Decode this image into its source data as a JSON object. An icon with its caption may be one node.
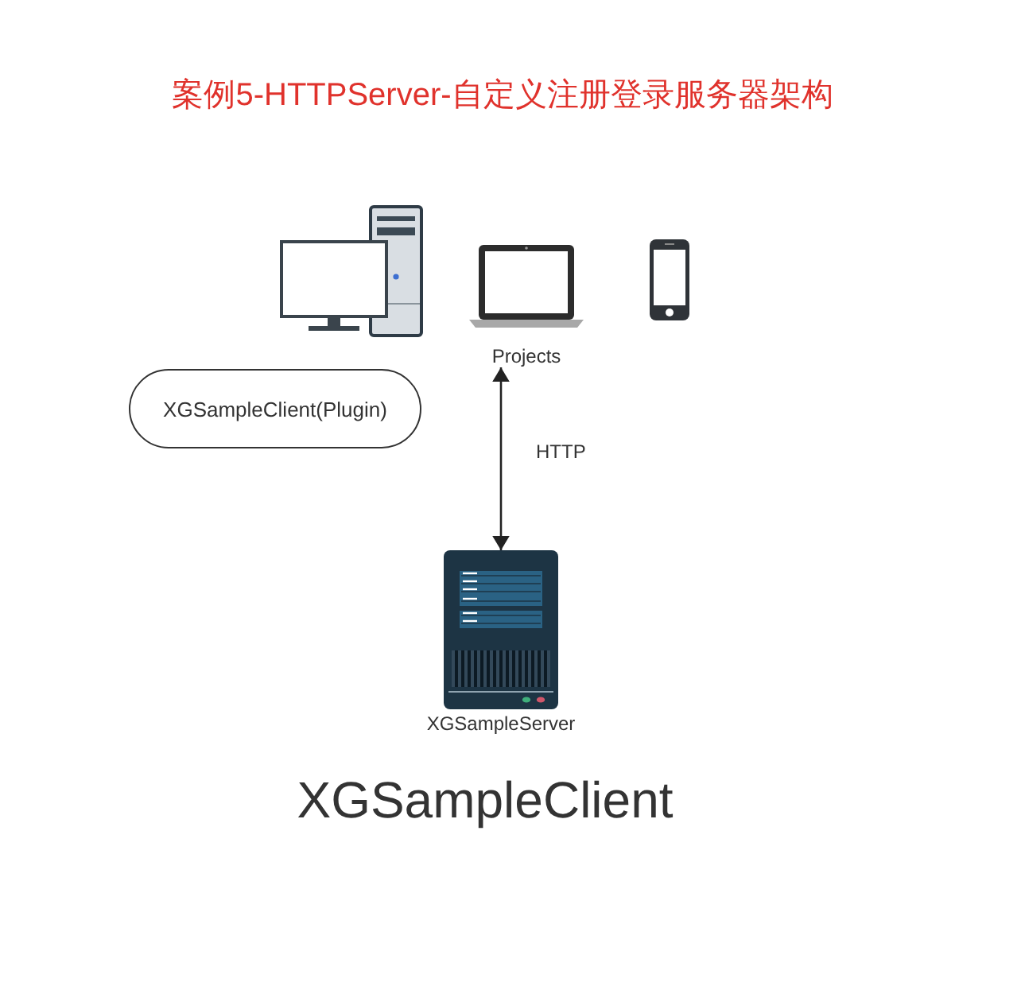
{
  "diagram": {
    "title": "案例5-HTTPServer-自定义注册登录服务器架构",
    "caption": "XGSampleClient",
    "nodes": [
      {
        "text": [],
        "shape": "picture"
      },
      {
        "text": [
          "Projects"
        ]
      },
      {
        "text": [],
        "shape": "picture"
      },
      {
        "text": [
          "XGSampleClient(Plugin)"
        ]
      },
      {
        "text": [
          "XGSampleServer"
        ]
      }
    ],
    "edges": [
      {
        "from": 4,
        "to": 1,
        "arrow": "both",
        "label": "HTTP"
      }
    ]
  }
}
